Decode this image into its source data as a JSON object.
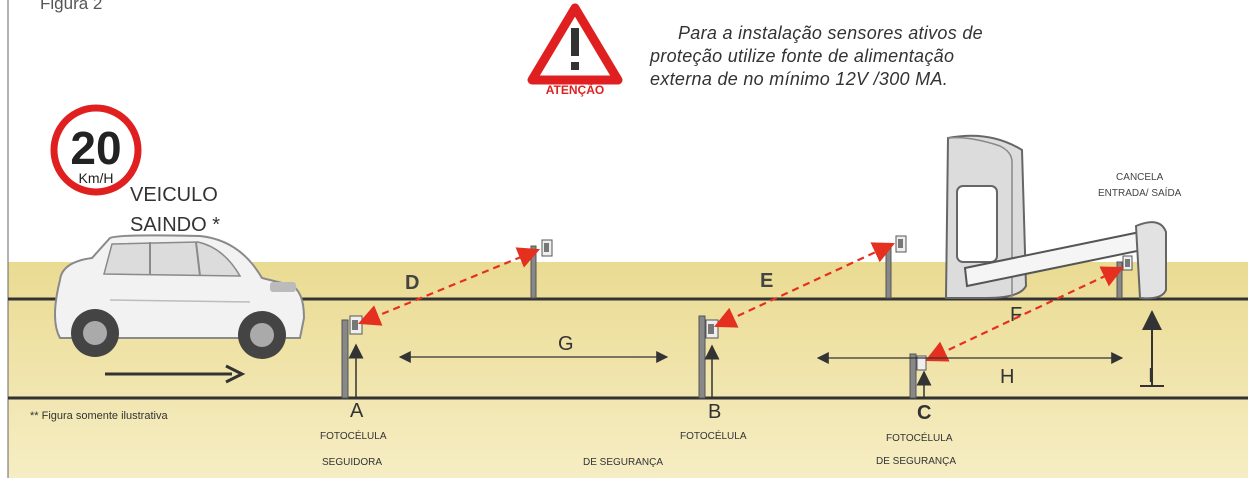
{
  "figure_label": "Figura 2",
  "warning": {
    "badge": "ATENÇÃO",
    "line1": "Para  a  instalação sensores ativos de",
    "line2": "proteção utilize fonte de alimentação",
    "line3": "externa  de no mínimo 12V /300 MA."
  },
  "speed_sign": {
    "value": "20",
    "unit": "Km/H"
  },
  "vehicle": {
    "line1": "VEICULO",
    "line2": "SAINDO *"
  },
  "barrier": {
    "line1": "CANCELA",
    "line2": "ENTRADA/ SAÍDA"
  },
  "beams": {
    "d": "D",
    "e": "E",
    "f": "F"
  },
  "distances": {
    "g": "G",
    "h": "H",
    "i": "I"
  },
  "posts": {
    "a": {
      "letter": "A",
      "line1": "FOTOCÉLULA",
      "line2": "SEGUIDORA"
    },
    "b": {
      "letter": "B",
      "line1": "FOTOCÉLULA",
      "line2": "DE SEGURANÇA"
    },
    "c": {
      "letter": "C",
      "line1": "FOTOCÉLULA",
      "line2": "DE SEGURANÇA"
    }
  },
  "footnote": "** Figura somente ilustrativa",
  "colors": {
    "ground": "#f0e4a6",
    "beam": "#e53020",
    "sign_red": "#e02020",
    "lines": "#333333"
  }
}
